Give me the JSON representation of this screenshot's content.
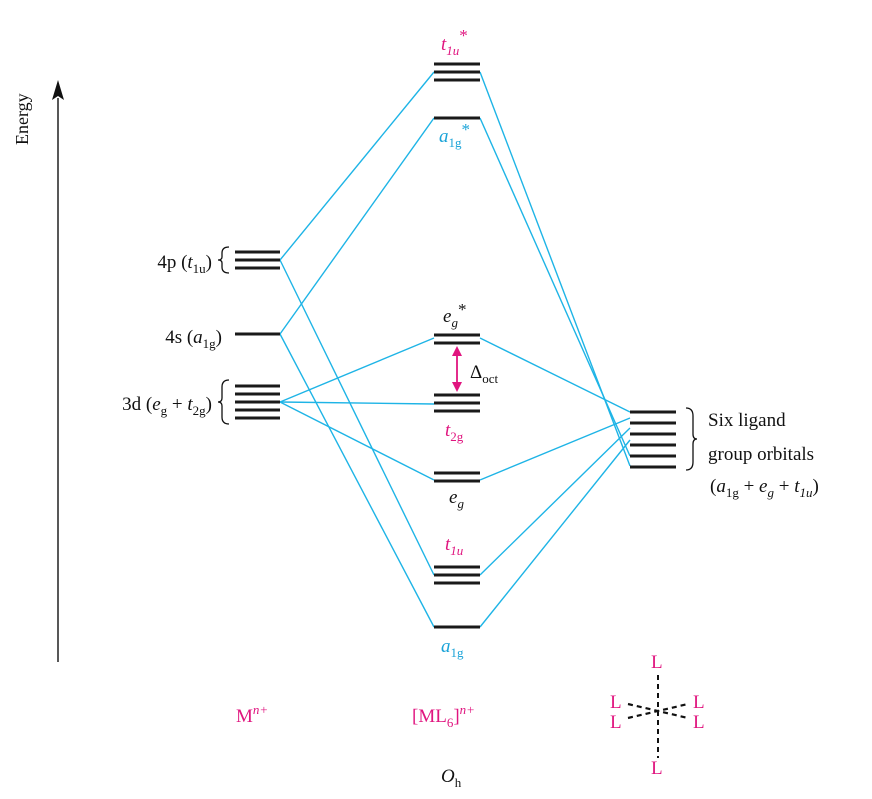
{
  "colors": {
    "connector": "#1eb4e6",
    "accent": "#e0157f",
    "cyan_label": "#1aa3d8",
    "level": "#1a1a1a"
  },
  "axis": {
    "label": "Energy"
  },
  "metal": {
    "p": {
      "orb": "4p",
      "sym": "t",
      "sub": "1u"
    },
    "s": {
      "orb": "4s",
      "sym": "a",
      "sub": "1g"
    },
    "d": {
      "orb": "3d",
      "sym1": "e",
      "sub1": "g",
      "plus": "+",
      "sym2": "t",
      "sub2": "2g"
    },
    "formula": {
      "base": "M",
      "sup": "n+"
    }
  },
  "complex": {
    "t1u_star": {
      "sym": "t",
      "sub": "1u",
      "star": "*"
    },
    "a1g_star": {
      "sym": "a",
      "sub": "1g",
      "star": "*"
    },
    "eg_star": {
      "sym": "e",
      "sub": "g",
      "star": "*"
    },
    "delta": {
      "sym": "Δ",
      "sub": "oct"
    },
    "t2g": {
      "sym": "t",
      "sub": "2g"
    },
    "eg": {
      "sym": "e",
      "sub": "g"
    },
    "t1u": {
      "sym": "t",
      "sub": "1u"
    },
    "a1g": {
      "sym": "a",
      "sub": "1g"
    },
    "formula": {
      "open": "[ML",
      "six": "6",
      "close": "]",
      "sup": "n+"
    },
    "point_group": {
      "main": "O",
      "sub": "h"
    }
  },
  "ligand": {
    "line1": "Six ligand",
    "line2": "group orbitals",
    "combo": {
      "open": "(",
      "a": "a",
      "a_sub": "1g",
      "plus1": " + ",
      "e": "e",
      "e_sub": "g",
      "plus2": " + ",
      "t": "t",
      "t_sub": "1u",
      "close": ")"
    },
    "L_top": "L",
    "L_bottom": "L",
    "L_left_up": "L",
    "L_left_down": "L",
    "L_right_up": "L",
    "L_right_down": "L"
  }
}
